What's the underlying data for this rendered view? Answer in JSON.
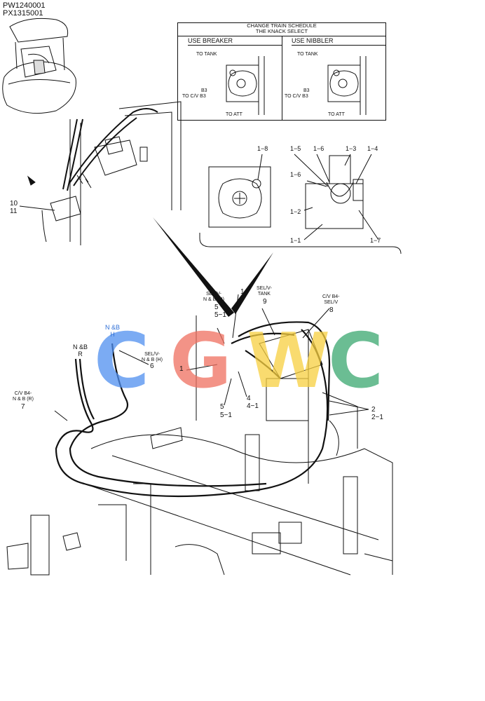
{
  "codes": [
    "PW1240001",
    "PX1315001"
  ],
  "schedule": {
    "title_line1": "CHANGE TRAIN SCHEDULE",
    "title_line2": "THE KNACK SELECT",
    "breaker": {
      "label": "USE BREAKER",
      "to_tank": "TO TANK",
      "b3": "B3",
      "to_cv": "TO C/V B3",
      "to_att": "TO ATT"
    },
    "nibbler": {
      "label": "USE NIBBLER",
      "to_tank": "TO TANK",
      "b3": "B3",
      "to_cv": "TO C/V B3",
      "to_att": "TO ATT"
    }
  },
  "detail_labels": {
    "l1_8": "1−8",
    "l1_5": "1−5",
    "l1_6a": "1−6",
    "l1_3": "1−3",
    "l1_4": "1−4",
    "l1_6b": "1−6",
    "l1_2": "1−2",
    "l1_1": "1−1",
    "l1_7": "1−7"
  },
  "top_left": {
    "n10": "10",
    "n11": "11"
  },
  "callouts": {
    "sel_nb_h": "SEL/V-\nN & B (H)",
    "p1_top": "1",
    "p5_top": "5",
    "p5_1_top": "5−1",
    "sel_tank": "SEL/V-\nTANK",
    "p9": "9",
    "cv_b4": "C/V B4-\nSEL/V",
    "p8": "8",
    "nb_h": "N &B\nH",
    "nb_r": "N &B\nR",
    "sel_nb_h6": "SEL/V-\nN & B (H)",
    "p6": "6",
    "cv_b4_r": "C/V B4-\nN & B (R)",
    "p7": "7",
    "p1_left": "1",
    "p5_bottom": "5",
    "p5_1_bottom": "5−1",
    "p4": "4",
    "p4_1": "4−1",
    "p2": "2",
    "p2_1": "2−1"
  },
  "watermark": {
    "letters": [
      "C",
      "G",
      "W",
      "C"
    ],
    "colors": [
      "#4f8ff0",
      "#f07060",
      "#f8d040",
      "#3aa870"
    ]
  }
}
